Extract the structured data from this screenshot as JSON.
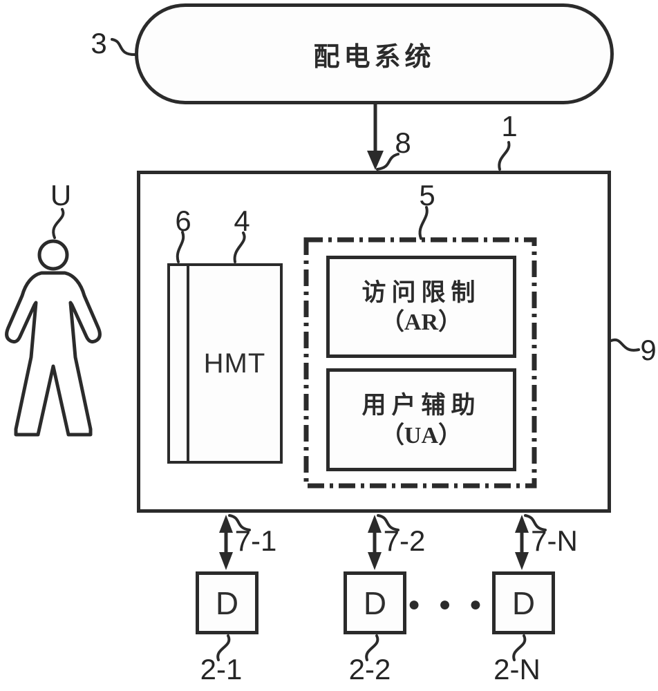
{
  "figure": {
    "style": {
      "ink": "#2b2b2b",
      "background": "#ffffff"
    },
    "distribution_system": {
      "label": "配电系统",
      "ref": "3"
    },
    "main_box": {
      "ref_top": "1",
      "ref_side": "9"
    },
    "supply_arrow": {
      "ref": "8"
    },
    "user": {
      "ref": "U"
    },
    "hmt": {
      "label": "HMT",
      "ref_box": "4",
      "ref_strip": "6"
    },
    "module_group": {
      "ref": "5",
      "access_restriction": {
        "line1": "访问限制",
        "line2": "（AR）"
      },
      "user_assistance": {
        "line1": "用户辅助",
        "line2": "（UA）"
      }
    },
    "devices": [
      {
        "label": "D",
        "ref": "2-1",
        "link_ref": "7-1"
      },
      {
        "label": "D",
        "ref": "2-2",
        "link_ref": "7-2"
      },
      {
        "label": "D",
        "ref": "2-N",
        "link_ref": "7-N"
      }
    ],
    "ellipsis": "● ● ●"
  }
}
